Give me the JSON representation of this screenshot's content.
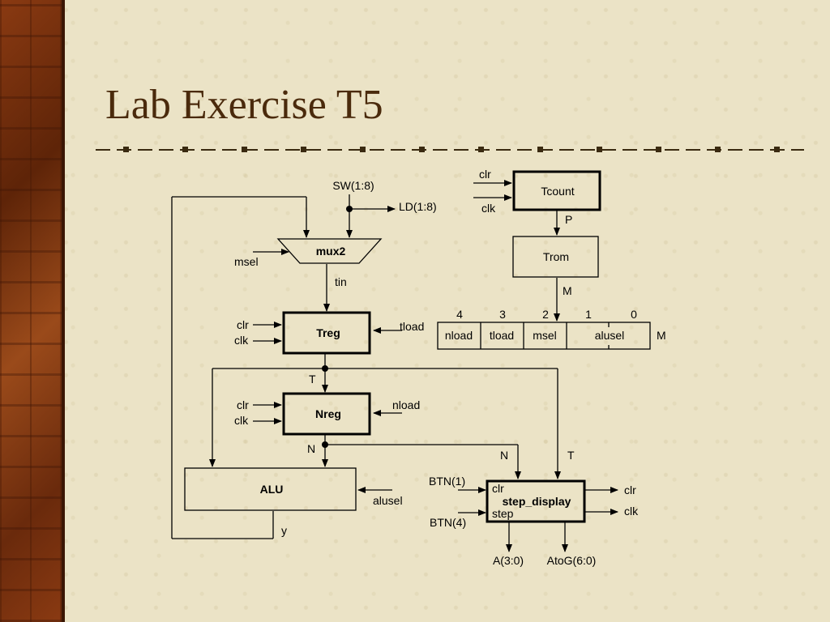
{
  "slide": {
    "title": "Lab Exercise T5"
  },
  "diagram": {
    "blocks": {
      "tcount": "Tcount",
      "trom": "Trom",
      "mux2": "mux2",
      "treg": "Treg",
      "nreg": "Nreg",
      "alu": "ALU",
      "step_display": "step_display"
    },
    "labels": {
      "sw": "SW(1:8)",
      "ld": "LD(1:8)",
      "msel_in": "msel",
      "tin": "tin",
      "treg_clr": "clr",
      "treg_clk": "clk",
      "tload_in": "tload",
      "t_bus": "T",
      "nreg_clr": "clr",
      "nreg_clk": "clk",
      "nload_in": "nload",
      "n_bus": "N",
      "alusel_in": "alusel",
      "y": "y",
      "tcount_clr": "clr",
      "tcount_clk": "clk",
      "p": "P",
      "m_arrow": "M",
      "n_to_step": "N",
      "t_to_step": "T",
      "btn1": "BTN(1)",
      "btn4": "BTN(4)",
      "sd_clr_in": "clr",
      "sd_step_in": "step",
      "sd_clr_out": "clr",
      "sd_clk_out": "clk",
      "a_out": "A(3:0)",
      "atog_out": "AtoG(6:0)"
    },
    "control_word": {
      "bits": [
        "4",
        "3",
        "2",
        "1",
        "0"
      ],
      "fields": [
        "nload",
        "tload",
        "msel",
        "alusel"
      ],
      "name": "M"
    }
  }
}
